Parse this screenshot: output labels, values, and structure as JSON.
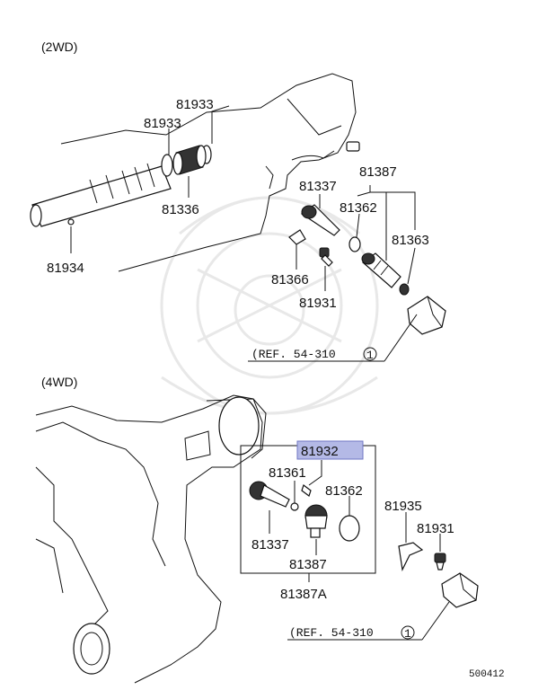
{
  "sections": {
    "two_wd": "(2WD)",
    "four_wd": "(4WD)"
  },
  "parts_2wd": {
    "p81933_a": "81933",
    "p81933_b": "81933",
    "p81336": "81336",
    "p81934": "81934",
    "p81337": "81337",
    "p81362": "81362",
    "p81387": "81387",
    "p81363": "81363",
    "p81366": "81366",
    "p81931": "81931"
  },
  "parts_4wd": {
    "p81932": "81932",
    "p81361": "81361",
    "p81362": "81362",
    "p81337": "81337",
    "p81387": "81387",
    "p81387A": "81387A",
    "p81935": "81935",
    "p81931": "81931"
  },
  "refs": {
    "ref_2wd": "(REF. 54-310",
    "ref_2wd_num": "1",
    "ref_4wd": "(REF. 54-310",
    "ref_4wd_num": "1"
  },
  "diagram_code": "500412",
  "colors": {
    "highlight": "#b4b9e6",
    "line": "#111111"
  }
}
